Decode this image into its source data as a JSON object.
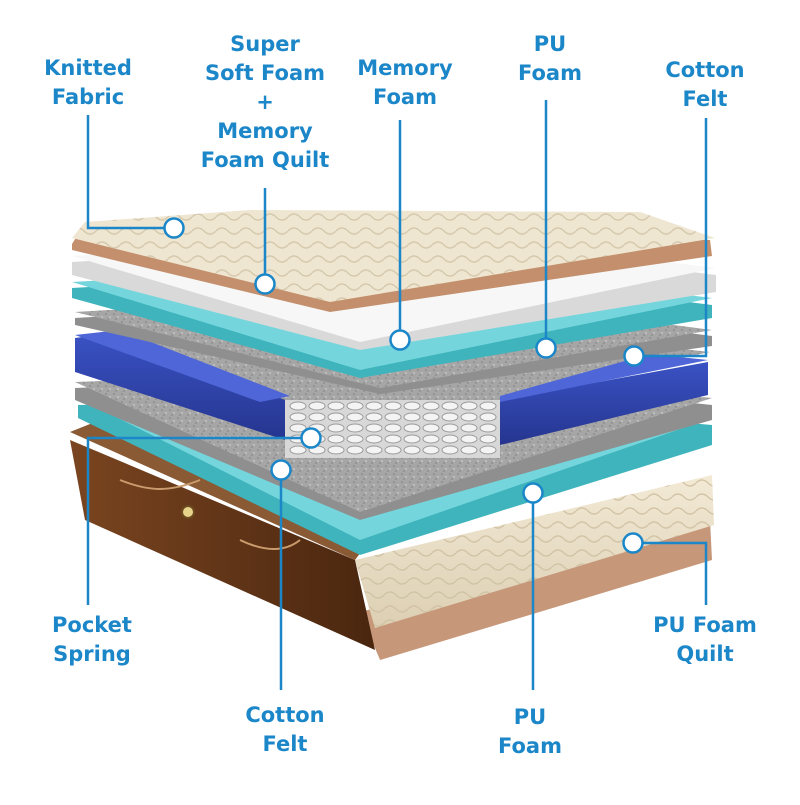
{
  "colors": {
    "accent": "#1b86c8",
    "fabric": "#ebe0c9",
    "teal_foam": "#6fd3d9",
    "felt": "#a3a3a3",
    "blue_foam": "#2f43a8",
    "coir_brown": "#5a3216",
    "copper_edge": "#c48f6c"
  },
  "labels": {
    "knitted_fabric": "Knitted\nFabric",
    "super_soft_foam": "Super\nSoft Foam\n+\nMemory\nFoam Quilt",
    "memory_foam": "Memory\nFoam",
    "pu_foam_top": "PU\nFoam",
    "cotton_felt_top": "Cotton\nFelt",
    "pocket_spring": "Pocket\nSpring",
    "cotton_felt_bottom": "Cotton\nFelt",
    "pu_foam_bottom": "PU\nFoam",
    "pu_foam_quilt": "PU Foam\nQuilt"
  }
}
